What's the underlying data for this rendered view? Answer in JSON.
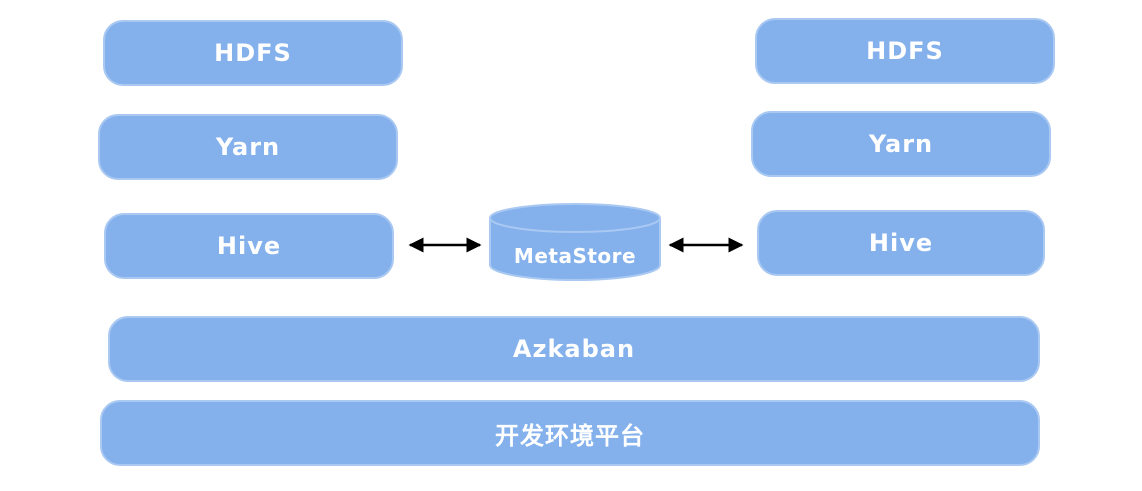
{
  "left_stack": {
    "hdfs": "HDFS",
    "yarn": "Yarn",
    "hive": "Hive"
  },
  "right_stack": {
    "hdfs": "HDFS",
    "yarn": "Yarn",
    "hive": "Hive"
  },
  "metastore": {
    "label": "MetaStore"
  },
  "azkaban": {
    "label": "Azkaban"
  },
  "platform": {
    "label": "开发环境平台"
  },
  "colors": {
    "box_fill": "#84b1ec",
    "box_border": "#a9c8f2",
    "text": "#ffffff",
    "arrow": "#000000"
  }
}
